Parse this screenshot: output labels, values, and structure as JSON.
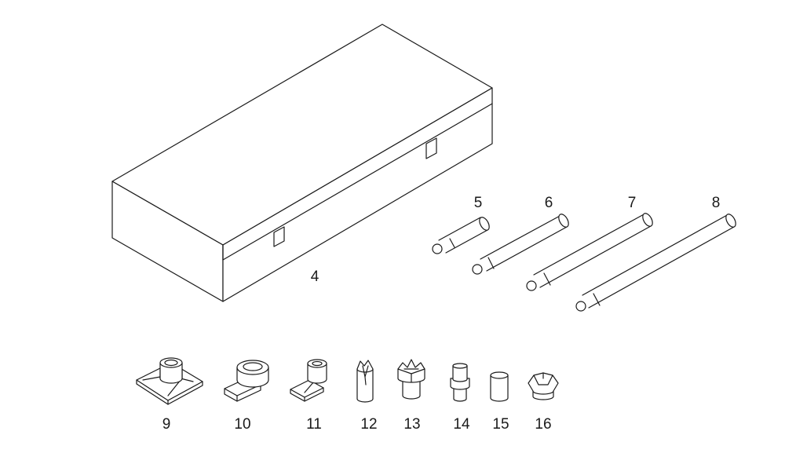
{
  "parts": [
    {
      "id": "case",
      "label": "4"
    },
    {
      "id": "rod-5",
      "label": "5"
    },
    {
      "id": "rod-6",
      "label": "6"
    },
    {
      "id": "rod-7",
      "label": "7"
    },
    {
      "id": "rod-8",
      "label": "8"
    },
    {
      "id": "base-plate",
      "label": "9"
    },
    {
      "id": "offset-adapter",
      "label": "10"
    },
    {
      "id": "small-bracket",
      "label": "11"
    },
    {
      "id": "slotted-tip",
      "label": "12"
    },
    {
      "id": "cross-tip",
      "label": "13"
    },
    {
      "id": "pin-adapter",
      "label": "14"
    },
    {
      "id": "plain-cap",
      "label": "15"
    },
    {
      "id": "dome-cap",
      "label": "16"
    }
  ]
}
